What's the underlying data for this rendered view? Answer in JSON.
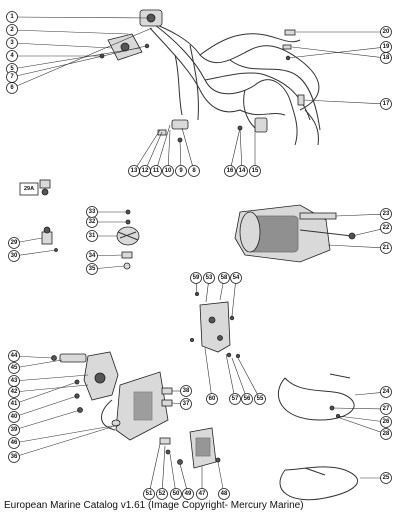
{
  "caption": "European Marine Catalog v1.61 (Image Copyright- Mercury Marine)",
  "callouts": [
    "1",
    "2",
    "3",
    "4",
    "5",
    "6",
    "7",
    "8",
    "9",
    "10",
    "11",
    "12",
    "13",
    "14",
    "15",
    "16",
    "17",
    "18",
    "19",
    "20",
    "21",
    "22",
    "23",
    "24",
    "25",
    "26",
    "27",
    "28",
    "29",
    "30",
    "31",
    "32",
    "33",
    "34",
    "35",
    "36",
    "37",
    "38",
    "39",
    "40",
    "41",
    "42",
    "43",
    "44",
    "45",
    "46",
    "47",
    "48",
    "49",
    "50",
    "51",
    "52",
    "53",
    "54",
    "55",
    "56",
    "57",
    "58",
    "59",
    "60"
  ],
  "inset_label": "29A"
}
